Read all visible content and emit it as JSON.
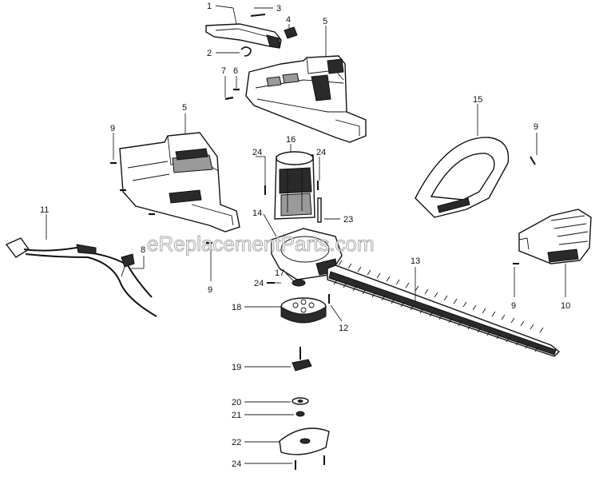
{
  "watermark": "eReplacementParts.com",
  "callouts": [
    "1",
    "2",
    "3",
    "4",
    "5",
    "5",
    "6",
    "7",
    "8",
    "9",
    "9",
    "9",
    "9",
    "10",
    "11",
    "12",
    "13",
    "14",
    "15",
    "16",
    "17",
    "18",
    "19",
    "20",
    "21",
    "22",
    "23",
    "24",
    "24",
    "24",
    "24"
  ]
}
